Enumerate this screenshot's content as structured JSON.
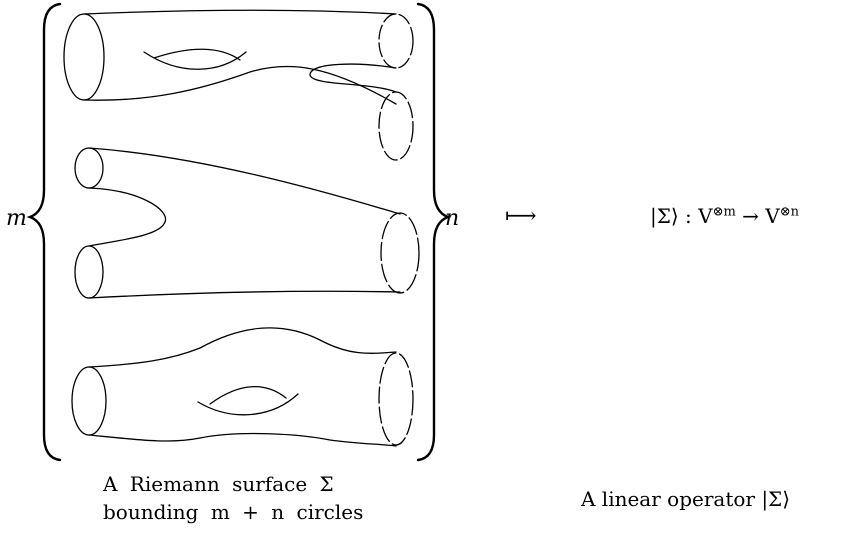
{
  "labels": {
    "m": "m",
    "n": "n",
    "mapsto": "⟼",
    "operator": "|Σ⟩ : V^{⊗m} → V^{⊗n}"
  },
  "operator_parts": {
    "ket": "|Σ⟩ : V",
    "sup_m": "⊗m",
    "arrow": " → V",
    "sup_n": "⊗n"
  },
  "captions": {
    "left_line1": "A Riemann surface Σ",
    "left_line2": "bounding m + n circles",
    "right": "A linear operator |Σ⟩"
  }
}
